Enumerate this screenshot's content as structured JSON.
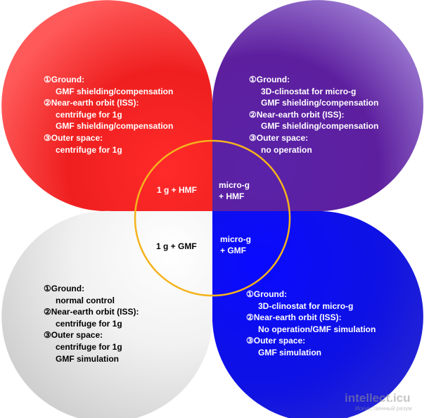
{
  "colors": {
    "top_left": "#ee1e1e",
    "top_right": "#5a1fa0",
    "bottom_left": "#e6e6e6",
    "bottom_right": "#1010e6",
    "center_ring": "#f5b31d"
  },
  "quadrants": {
    "top_left": {
      "ground_head": "①Ground:",
      "ground_item": "GMF shielding/compensation",
      "orbit_head": "②Near-earth orbit (ISS):",
      "orbit_item_1": "centrifuge for 1g",
      "orbit_item_2": "GMF shielding/compensation",
      "space_head": "③Outer space:",
      "space_item": "centrifuge for 1g"
    },
    "top_right": {
      "ground_head": "①Ground:",
      "ground_item_1": "3D-clinostat for micro-g",
      "ground_item_2": "GMF shielding/compensation",
      "orbit_head": "②Near-earth orbit (ISS):",
      "orbit_item": "GMF shielding/compensation",
      "space_head": "③Outer space:",
      "space_item": "no operation"
    },
    "bottom_left": {
      "ground_head": "①Ground:",
      "ground_item": "normal control",
      "orbit_head": "②Near-earth orbit (ISS):",
      "orbit_item": "centrifuge for 1g",
      "space_head": "③Outer space:",
      "space_item_1": "centrifuge for 1g",
      "space_item_2": "GMF simulation"
    },
    "bottom_right": {
      "ground_head": "①Ground:",
      "ground_item": "3D-clinostat for micro-g",
      "orbit_head": "②Near-earth orbit (ISS):",
      "orbit_item": "No operation/GMF simulation",
      "space_head": "③Outer space:",
      "space_item": "GMF simulation"
    }
  },
  "center": {
    "top_left": "1 g + HMF",
    "top_right_1": "micro-g",
    "top_right_2": "+ HMF",
    "bottom_left": "1 g + GMF",
    "bottom_right_1": "micro-g",
    "bottom_right_2": "+ GMF"
  },
  "watermark": {
    "main": "intellect.icu",
    "sub": "Искусственный разум"
  }
}
